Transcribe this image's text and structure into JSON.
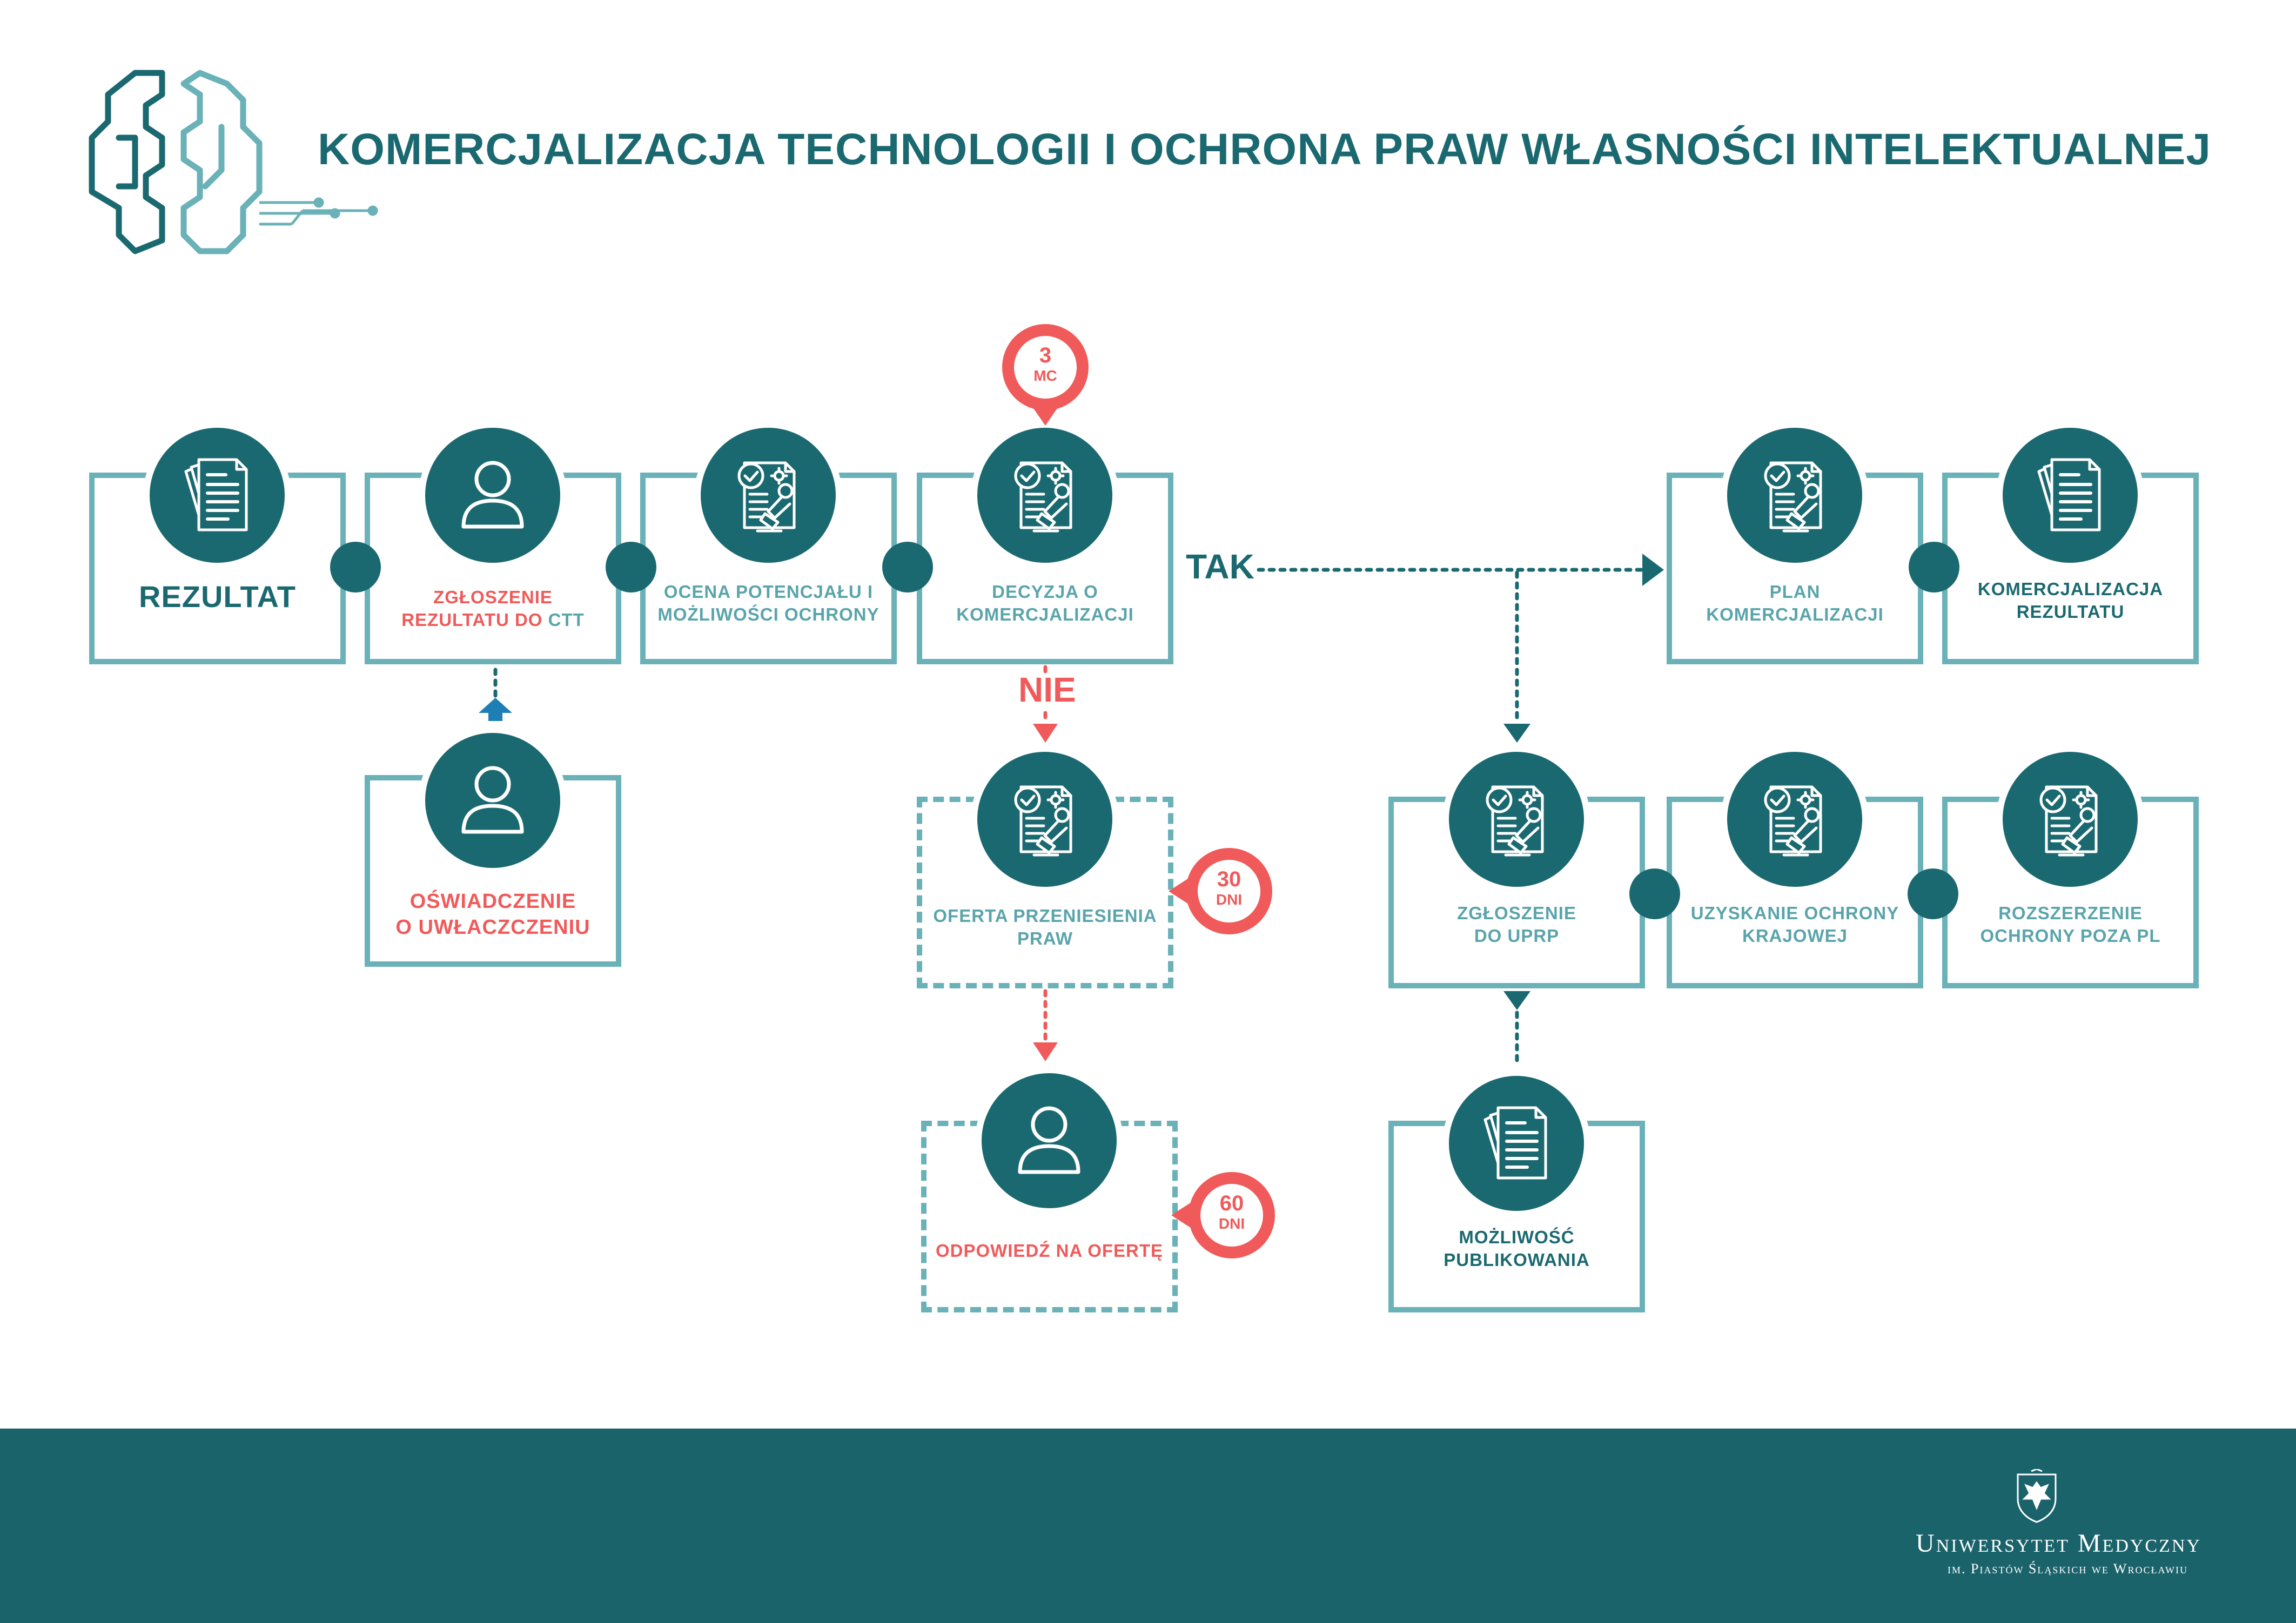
{
  "header": {
    "title": "KOMERCJALIZACJA TECHNOLOGII I OCHRONA PRAW WŁASNOŚCI INTELEKTUALNEJ"
  },
  "nodes": {
    "rezultat": "REZULTAT",
    "zgloszenie_line1": "ZGŁOSZENIE",
    "zgloszenie_line2a": "REZULTATU DO ",
    "zgloszenie_line2b": "CTT",
    "ocena_line1": "OCENA POTENCJAŁU I",
    "ocena_line2": "MOŻLIWOŚCI OCHRONY",
    "decyzja_line1": "DECYZJA O",
    "decyzja_line2": "KOMERCJALIZACJI",
    "plan_line1": "PLAN",
    "plan_line2": "KOMERCJALIZACJI",
    "komercjalizacja_line1": "KOMERCJALIZACJA",
    "komercjalizacja_line2": "REZULTATU",
    "oswiadczenie_line1": "OŚWIADCZENIE",
    "oswiadczenie_line2": "O UWŁACZCZENIU",
    "oferta_line1": "OFERTA PRZENIESIENIA",
    "oferta_line2": "PRAW",
    "odpowiedz": "ODPOWIEDŹ NA OFERTĘ",
    "uprp_line1": "ZGŁOSZENIE",
    "uprp_line2": "DO UPRP",
    "krajowa_line1": "UZYSKANIE OCHRONY",
    "krajowa_line2": "KRAJOWEJ",
    "poza_line1": "ROZSZERZENIE",
    "poza_line2": "OCHRONY POZA PL",
    "publikowanie_line1": "MOŻLIWOŚĆ",
    "publikowanie_line2": "PUBLIKOWANIA"
  },
  "branches": {
    "yes": "TAK",
    "no": "NIE"
  },
  "timers": {
    "t3_num": "3",
    "t3_unit": "MC",
    "t30_num": "30",
    "t30_unit": "DNI",
    "t60_num": "60",
    "t60_unit": "DNI"
  },
  "footer": {
    "university": "Uniwersytet Medyczny",
    "subtitle": "im. Piastów Śląskich we Wrocławiu"
  },
  "colors": {
    "dark_teal": "#1b6970",
    "light_teal": "#6ab1b8",
    "accent_red": "#f05a5a",
    "arrow_blue": "#1f7fb5",
    "footer_bg": "#1b636b"
  },
  "icons": {
    "documents": "documents-icon",
    "person": "person-icon",
    "certificate": "certificate-stamp-icon",
    "brain_logo": "brain-circuit-logo-icon",
    "eagle_crest": "eagle-crest-icon"
  }
}
